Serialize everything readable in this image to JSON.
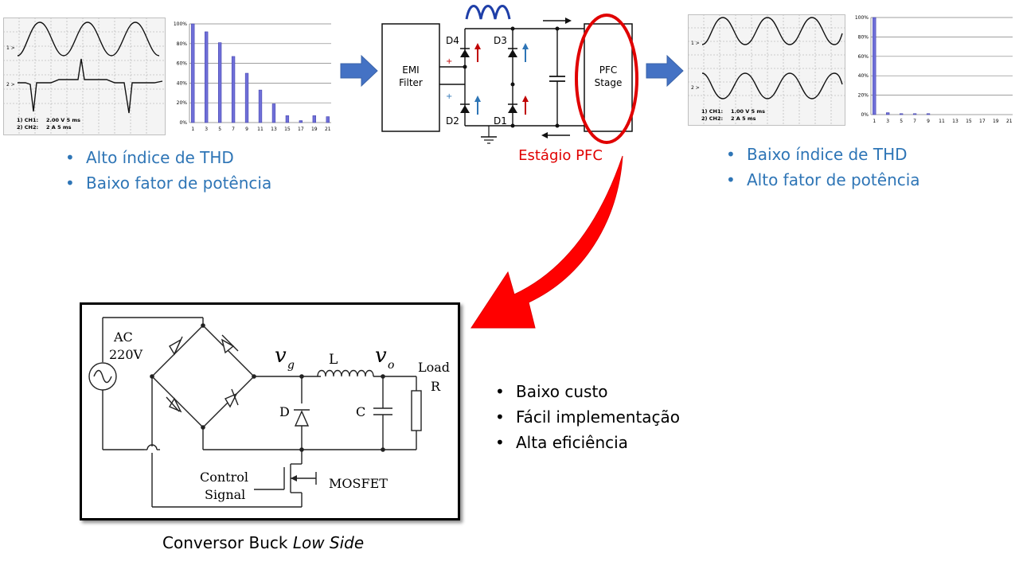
{
  "osc_left": {
    "ch1": "1) CH1:",
    "ch1_val": "2.00 V  5 ms",
    "ch2": "2) CH2:",
    "ch2_val": "2 A  5 ms",
    "m1": "1 >",
    "m2": "2 >"
  },
  "osc_right": {
    "ch1": "1) CH1:",
    "ch1_val": "1.00 V  5 ms",
    "ch2": "2) CH2:",
    "ch2_val": "2 A  5 ms",
    "m1": "1 >",
    "m2": "2 >"
  },
  "chart_data": [
    {
      "type": "bar",
      "categories": [
        "1",
        "2",
        "3",
        "4",
        "5",
        "6",
        "7",
        "8",
        "9",
        "10",
        "11",
        "12",
        "13",
        "14",
        "15",
        "16",
        "17",
        "18",
        "19",
        "20",
        "21"
      ],
      "x_tick_labels": [
        "1",
        "3",
        "5",
        "7",
        "9",
        "11",
        "13",
        "15",
        "17",
        "19",
        "21"
      ],
      "values": [
        100,
        0,
        92,
        0,
        81,
        0,
        67,
        0,
        50,
        0,
        33,
        0,
        19,
        0,
        7,
        0,
        2,
        0,
        7,
        0,
        6
      ],
      "y_tick_labels": [
        "0%",
        "20%",
        "40%",
        "60%",
        "80%",
        "100%"
      ],
      "ylim": [
        0,
        100
      ],
      "grid": true
    },
    {
      "type": "bar",
      "categories": [
        "1",
        "2",
        "3",
        "4",
        "5",
        "6",
        "7",
        "8",
        "9",
        "10",
        "11",
        "12",
        "13",
        "14",
        "15",
        "16",
        "17",
        "18",
        "19",
        "20",
        "21"
      ],
      "x_tick_labels": [
        "1",
        "3",
        "5",
        "7",
        "9",
        "11",
        "13",
        "15",
        "17",
        "19",
        "21"
      ],
      "values": [
        100,
        0,
        2,
        0,
        1,
        0,
        1,
        0,
        1,
        0,
        0,
        0,
        0,
        0,
        0,
        0,
        0,
        0,
        0,
        0,
        0
      ],
      "y_tick_labels": [
        "0%",
        "20%",
        "40%",
        "60%",
        "80%",
        "100%"
      ],
      "ylim": [
        0,
        100
      ],
      "grid": true
    }
  ],
  "block": {
    "emi": [
      "EMI",
      "Filter"
    ],
    "pfc": [
      "PFC",
      "Stage"
    ],
    "d4": "D4",
    "d3": "D3",
    "d2": "D2",
    "d1": "D1",
    "plus": "+",
    "stage_label": "Estágio PFC"
  },
  "left_bullets": [
    "Alto índice de THD",
    "Baixo fator de potência"
  ],
  "right_bullets": [
    "Baixo índice de THD",
    "Alto fator de potência"
  ],
  "bottom_bullets": [
    "Baixo custo",
    "Fácil  implementação",
    "Alta eficiência"
  ],
  "circuit": {
    "ac": "AC",
    "volt": "220V",
    "vg": "v",
    "vg_sub": "g",
    "l": "L",
    "vo": "v",
    "vo_sub": "o",
    "load": "Load",
    "r": "R",
    "d": "D",
    "c": "C",
    "control1": "Control",
    "control2": "Signal",
    "mosfet": "MOSFET"
  },
  "caption": {
    "main": "Conversor Buck ",
    "italic": "Low Side"
  },
  "colors": {
    "accent_red": "#ff0000",
    "arrow_blue": "#4472c4",
    "bar_fill": "#6f6fd8",
    "text_blue": "#2e75b6"
  }
}
